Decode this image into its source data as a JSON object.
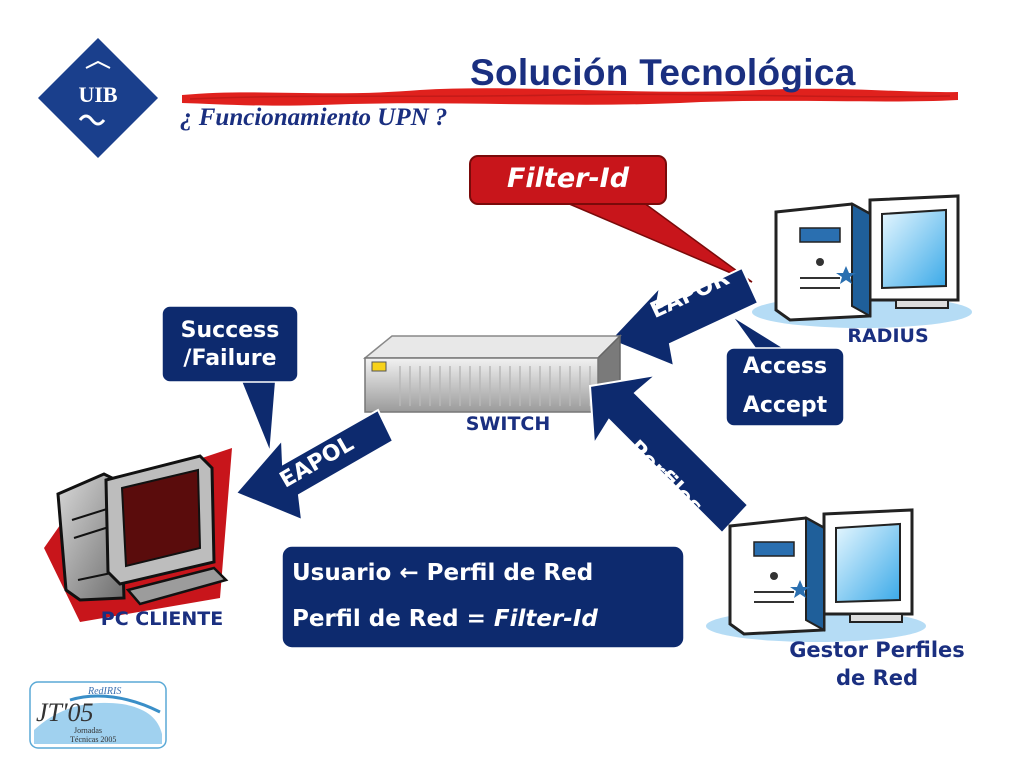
{
  "header": {
    "title": "Solución Tecnológica",
    "subtitle": "¿ Funcionamiento UPN ?",
    "logo_text": "UIB"
  },
  "callouts": {
    "filter_id": "Filter-Id",
    "success_failure_line1": "Success",
    "success_failure_line2": "/Failure",
    "access_line1": "Access",
    "access_line2": "Accept"
  },
  "arrows": {
    "eapor": "EAPOR",
    "eapol": "EAPOL",
    "perfiles": "Perfiles"
  },
  "nodes": {
    "switch": "SWITCH",
    "radius": "RADIUS",
    "pc_cliente": "PC CLIENTE",
    "gestor_line1": "Gestor Perfiles",
    "gestor_line2": "de Red"
  },
  "info_box": {
    "line1_prefix": "Usuario",
    "line1_arrow": "←",
    "line1_suffix": "Perfil de Red",
    "line2_prefix": "Perfil de Red =",
    "line2_value": "Filter-Id"
  },
  "footer_logo": {
    "brand": "RedIRIS",
    "mark": "JT'05",
    "line1": "Jornadas",
    "line2": "Técnicas 2005"
  },
  "colors": {
    "navy": "#1a2f80",
    "callout_navy": "#0d2a6e",
    "red": "#c8151b",
    "brush_red": "#e0211d"
  }
}
